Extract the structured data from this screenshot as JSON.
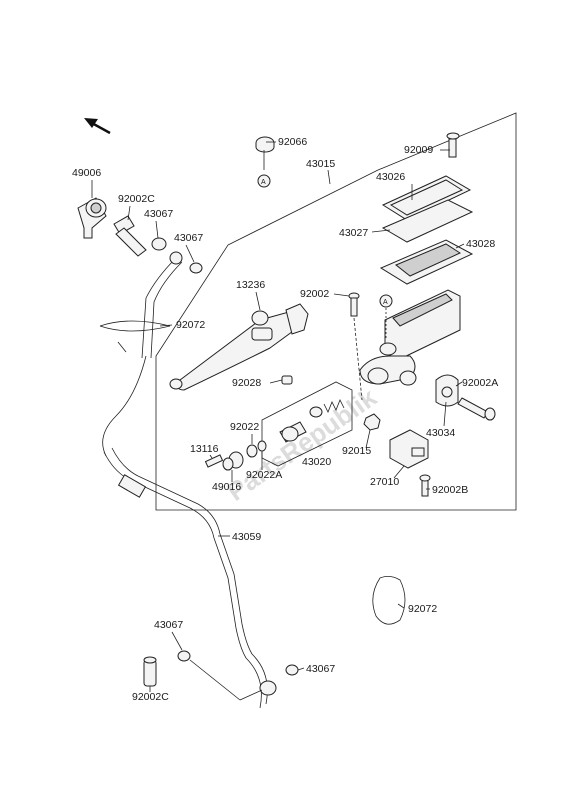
{
  "labels": {
    "l92066": "92066",
    "l43015": "43015",
    "l92009": "92009",
    "l43026": "43026",
    "l43027": "43027",
    "l43028": "43028",
    "l49006": "49006",
    "l92002c_top": "92002C",
    "l43067_a": "43067",
    "l43067_b": "43067",
    "l13236": "13236",
    "l92002": "92002",
    "l92072_top": "92072",
    "l92028": "92028",
    "l92022": "92022",
    "l13116": "13116",
    "l49016": "49016",
    "l92022a": "92022A",
    "l43020": "43020",
    "l92015": "92015",
    "l27010": "27010",
    "l92002a": "92002A",
    "l43034": "43034",
    "l92002b": "92002B",
    "l43059": "43059",
    "l92072_bot": "92072",
    "l43067_c": "43067",
    "l43067_d": "43067",
    "l92002c_bot": "92002C"
  },
  "refs": {
    "a1": "A",
    "a2": "A"
  },
  "watermark": "PartsRepublik"
}
